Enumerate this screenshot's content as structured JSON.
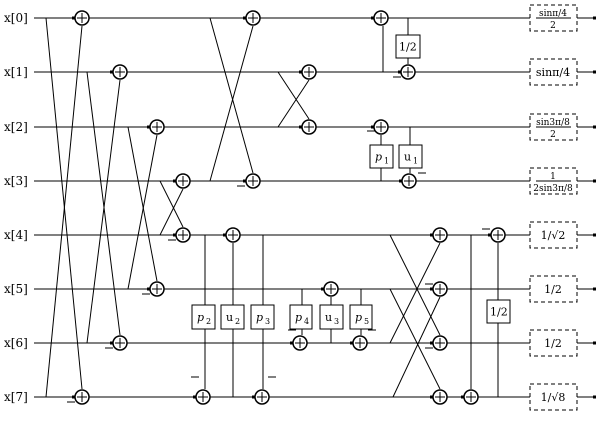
{
  "inputs": [
    "x[0]",
    "x[1]",
    "x[2]",
    "x[3]",
    "x[4]",
    "x[5]",
    "x[6]",
    "x[7]"
  ],
  "boxes": {
    "half_top": "1/2",
    "p1": "p",
    "p1_sub": "1",
    "u1": "u",
    "u1_sub": "1",
    "p2": "p",
    "p2_sub": "2",
    "u2": "u",
    "u2_sub": "2",
    "p3": "p",
    "p3_sub": "3",
    "p4": "p",
    "p4_sub": "4",
    "u3": "u",
    "u3_sub": "3",
    "p5": "p",
    "p5_sub": "5",
    "half_bottom": "1/2"
  },
  "outputs": [
    {
      "num": "sinπ/4",
      "den": "2"
    },
    {
      "text": "sinπ/4"
    },
    {
      "num": "sin3π/8",
      "den": "2"
    },
    {
      "num": "1",
      "den": "2sin3π/8"
    },
    {
      "text": "1/√2"
    },
    {
      "text": "1/2"
    },
    {
      "text": "1/2"
    },
    {
      "text": "1/√8"
    }
  ]
}
